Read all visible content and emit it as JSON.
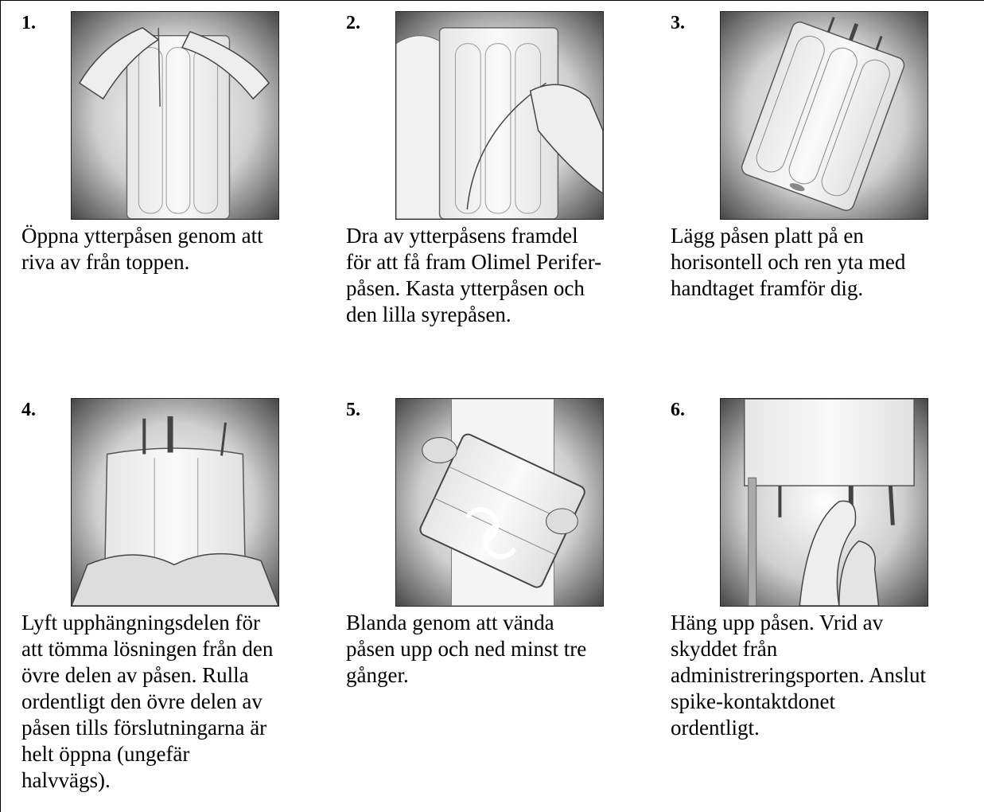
{
  "steps": [
    {
      "number": "1.",
      "caption": "Öppna ytterpåsen genom att\nriva av från toppen."
    },
    {
      "number": "2.",
      "caption": "Dra av ytterpåsens framdel\nför att få fram Olimel Perifer-\npåsen. Kasta ytterpåsen och\nden lilla syrepåsen."
    },
    {
      "number": "3.",
      "caption": "Lägg påsen platt på en\nhorisontell och ren yta med\nhandtaget framför dig."
    },
    {
      "number": "4.",
      "caption": "Lyft upphängningsdelen för\natt tömma lösningen från den\növre delen av påsen. Rulla\nordentligt den övre delen av\npåsen tills förslutningarna är\nhelt öppna (ungefär\nhalvvägs)."
    },
    {
      "number": "5.",
      "caption": "Blanda genom att vända\npåsen upp och ned minst tre\ngånger."
    },
    {
      "number": "6.",
      "caption": "Häng upp påsen. Vrid av\nskyddet från\nadministreringsporten. Anslut\nspike-kontaktdonet\nordentligt."
    }
  ]
}
